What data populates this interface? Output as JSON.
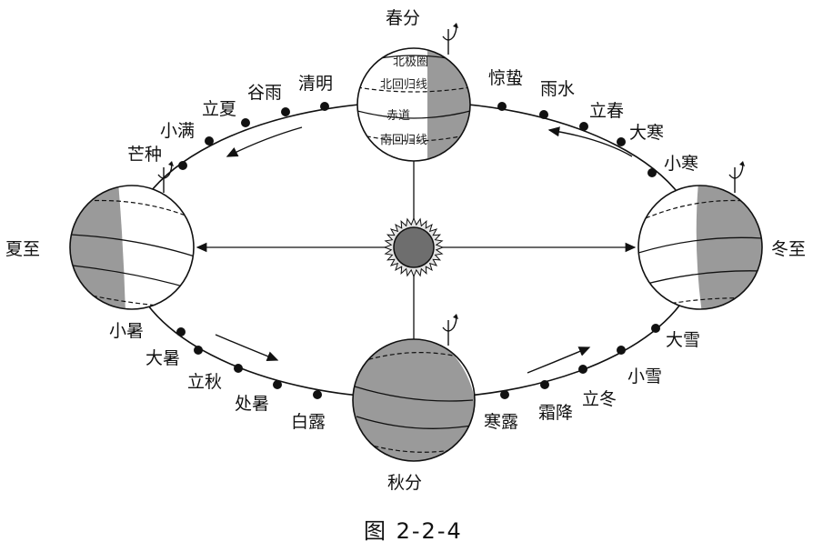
{
  "caption": "图 2-2-4",
  "colors": {
    "ink": "#111111",
    "shade": "#9a9a9a",
    "shade_dark": "#7f7f7f",
    "paper": "#ffffff"
  },
  "seasons": {
    "spring": "春分",
    "summer": "夏至",
    "autumn": "秋分",
    "winter": "冬至"
  },
  "latitude_labels": {
    "arctic_circle": "北极圈",
    "tropic_cancer": "北回归线",
    "equator": "赤道",
    "tropic_capricorn": "南回归线"
  },
  "solar_terms": {
    "upper_left": [
      "清明",
      "谷雨",
      "立夏",
      "小满",
      "芒种"
    ],
    "upper_right": [
      "惊蛰",
      "雨水",
      "立春",
      "大寒",
      "小寒"
    ],
    "lower_left": [
      "小暑",
      "大暑",
      "立秋",
      "处暑",
      "白露"
    ],
    "lower_right": [
      "寒露",
      "霜降",
      "立冬",
      "小雪",
      "大雪"
    ]
  },
  "icons": [
    "sun-icon",
    "earth-globe-icon",
    "rotation-axis-arrow-icon",
    "orbit-direction-arrow-icon"
  ]
}
